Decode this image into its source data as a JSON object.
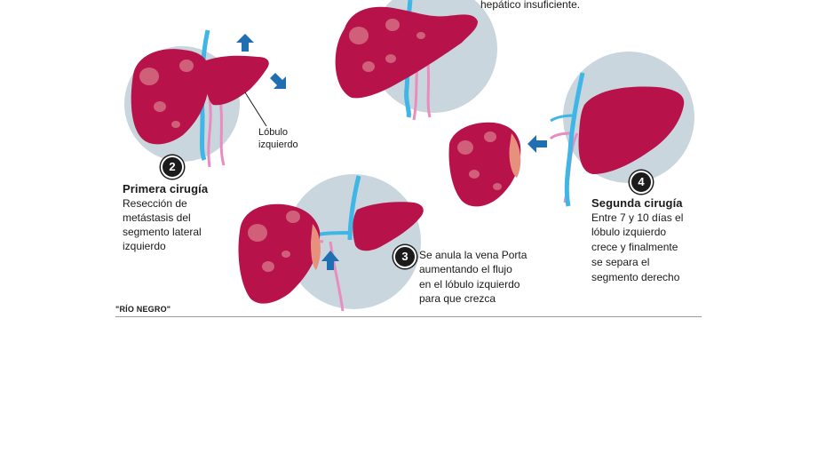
{
  "top_caption": "hepático insuficiente.",
  "left_lobe_label": [
    "Lóbulo",
    "izquierdo"
  ],
  "step2": {
    "number": "2",
    "title": "Primera cirugía",
    "lines": [
      "Resección de",
      "metástasis del",
      "segmento lateral",
      "izquierdo"
    ]
  },
  "step3": {
    "number": "3",
    "lines": [
      "Se anula la vena Porta",
      "aumentando el flujo",
      "en el lóbulo izquierdo",
      "para que crezca"
    ]
  },
  "step4": {
    "number": "4",
    "title": "Segunda cirugía",
    "lines": [
      "Entre 7 y 10 días el",
      "lóbulo izquierdo",
      "crece y finalmente",
      "se separa el",
      "segmento derecho"
    ]
  },
  "credit": "\"RÍO NEGRO\"",
  "colors": {
    "liver": "#b8124a",
    "liver_dark": "#8c0c37",
    "liver_spot": "#d0607a",
    "cut_surface": "#e8907e",
    "halo": "#c9d6dd",
    "vein_blue": "#3fb6e6",
    "vein_pink": "#e98cc0",
    "arrow_blue": "#1f6fb2",
    "text": "#1a1a1a"
  }
}
